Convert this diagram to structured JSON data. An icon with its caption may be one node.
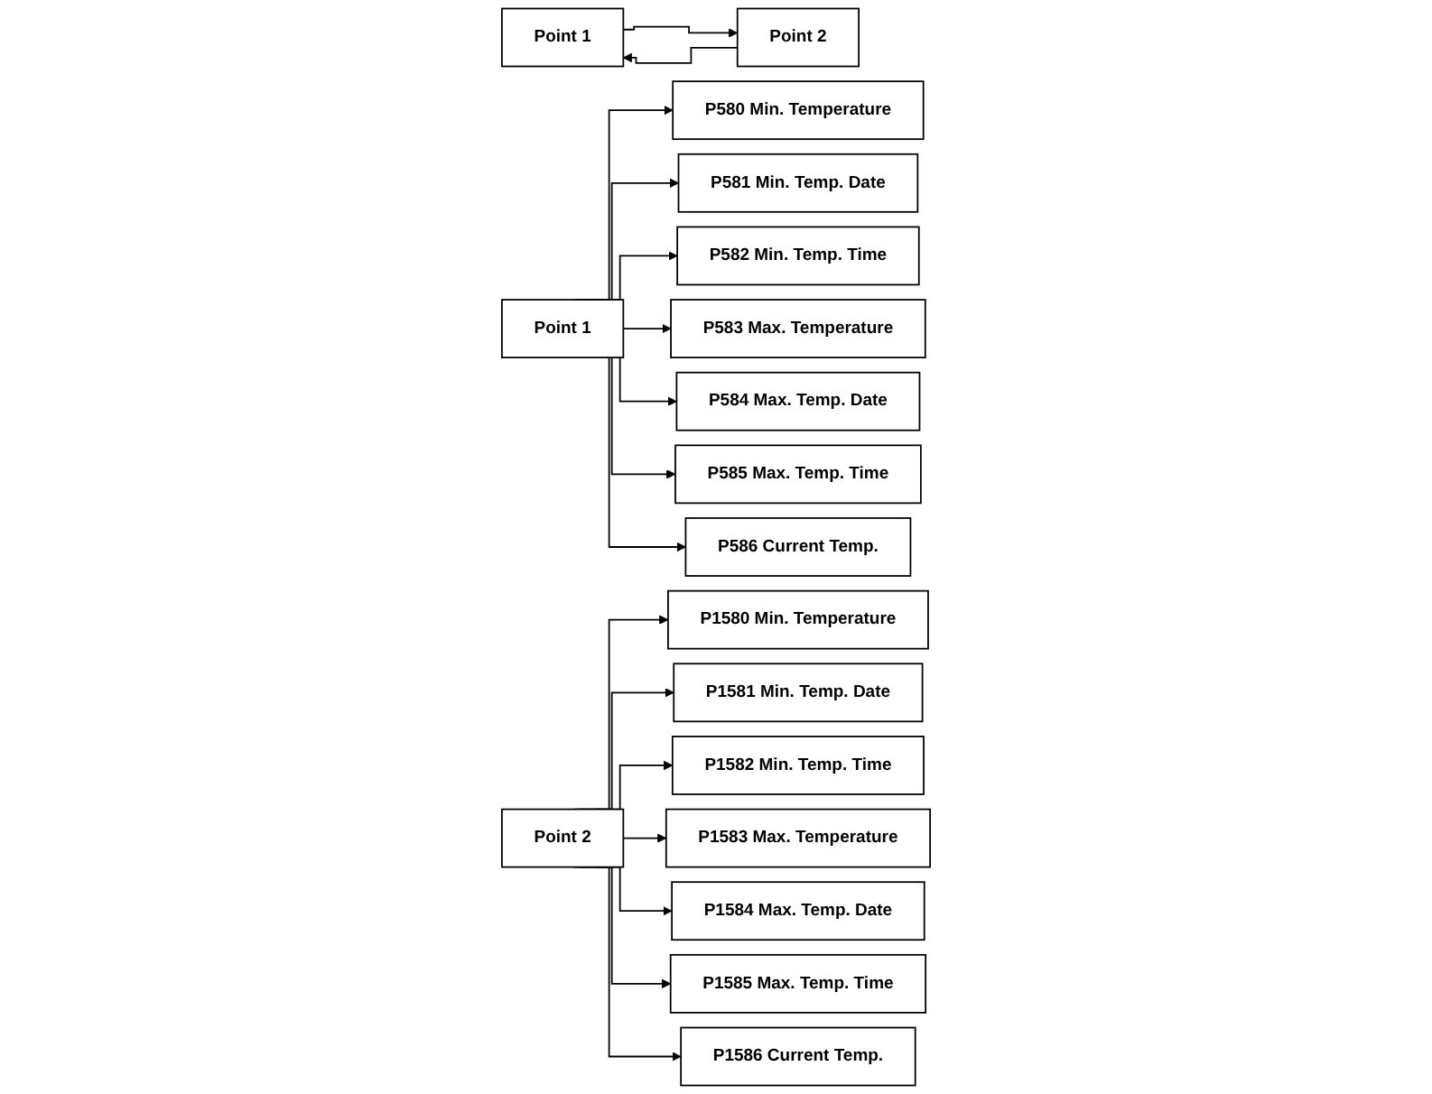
{
  "diagram": {
    "nodes": [
      {
        "text": [
          "Point 1"
        ]
      },
      {
        "text": [
          "Point 2"
        ]
      },
      {
        "text": [
          "Point 1"
        ]
      },
      {
        "text": [
          "P580 Min. Temperature"
        ]
      },
      {
        "text": [
          "P581 Min. Temp. Date"
        ]
      },
      {
        "text": [
          "P582 Min. Temp. Time"
        ]
      },
      {
        "text": [
          "P583 Max. Temperature"
        ]
      },
      {
        "text": [
          "P584 Max. Temp. Date"
        ]
      },
      {
        "text": [
          "P585 Max. Temp. Time"
        ]
      },
      {
        "text": [
          "P586 Current Temp."
        ]
      },
      {
        "text": [
          "Point 2"
        ]
      },
      {
        "text": [
          "P1580 Min. Temperature"
        ]
      },
      {
        "text": [
          "P1581 Min. Temp. Date"
        ]
      },
      {
        "text": [
          "P1582 Min. Temp. Time"
        ]
      },
      {
        "text": [
          "P1583 Max. Temperature"
        ]
      },
      {
        "text": [
          "P1584 Max. Temp. Date"
        ]
      },
      {
        "text": [
          "P1585 Max. Temp. Time"
        ]
      },
      {
        "text": [
          "P1586 Current Temp."
        ]
      }
    ],
    "edges": [
      {
        "from": 0,
        "to": 1,
        "arrow": "to"
      },
      {
        "from": 1,
        "to": 0,
        "arrow": "to"
      },
      {
        "from": 2,
        "to": 3,
        "arrow": "to"
      },
      {
        "from": 2,
        "to": 4,
        "arrow": "to"
      },
      {
        "from": 2,
        "to": 5,
        "arrow": "to"
      },
      {
        "from": 2,
        "to": 6,
        "arrow": "to"
      },
      {
        "from": 2,
        "to": 7,
        "arrow": "to"
      },
      {
        "from": 2,
        "to": 8,
        "arrow": "to"
      },
      {
        "from": 2,
        "to": 9,
        "arrow": "to"
      },
      {
        "from": 10,
        "to": 11,
        "arrow": "to"
      },
      {
        "from": 10,
        "to": 12,
        "arrow": "to"
      },
      {
        "from": 10,
        "to": 13,
        "arrow": "to"
      },
      {
        "from": 10,
        "to": 14,
        "arrow": "to"
      },
      {
        "from": 10,
        "to": 15,
        "arrow": "to"
      },
      {
        "from": 10,
        "to": 16,
        "arrow": "to"
      },
      {
        "from": 10,
        "to": 17,
        "arrow": "to"
      }
    ]
  }
}
